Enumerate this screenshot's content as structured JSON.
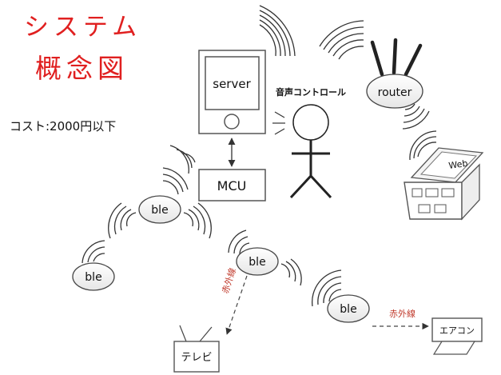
{
  "title": {
    "line1": "システム",
    "line2": "概念図",
    "color": "#e02020"
  },
  "cost_note": "コスト:2000円以下",
  "nodes": {
    "server": "server",
    "mcu": "MCU",
    "router": "router",
    "web": "Web",
    "voice_control": "音声コントロール",
    "ble": "ble",
    "tv": "テレビ",
    "aircon": "エアコン"
  },
  "edges": {
    "infrared_tv": "赤外線",
    "infrared_aircon": "赤外線"
  },
  "colors": {
    "infrared_label": "#c0392b",
    "stroke": "#222222"
  }
}
